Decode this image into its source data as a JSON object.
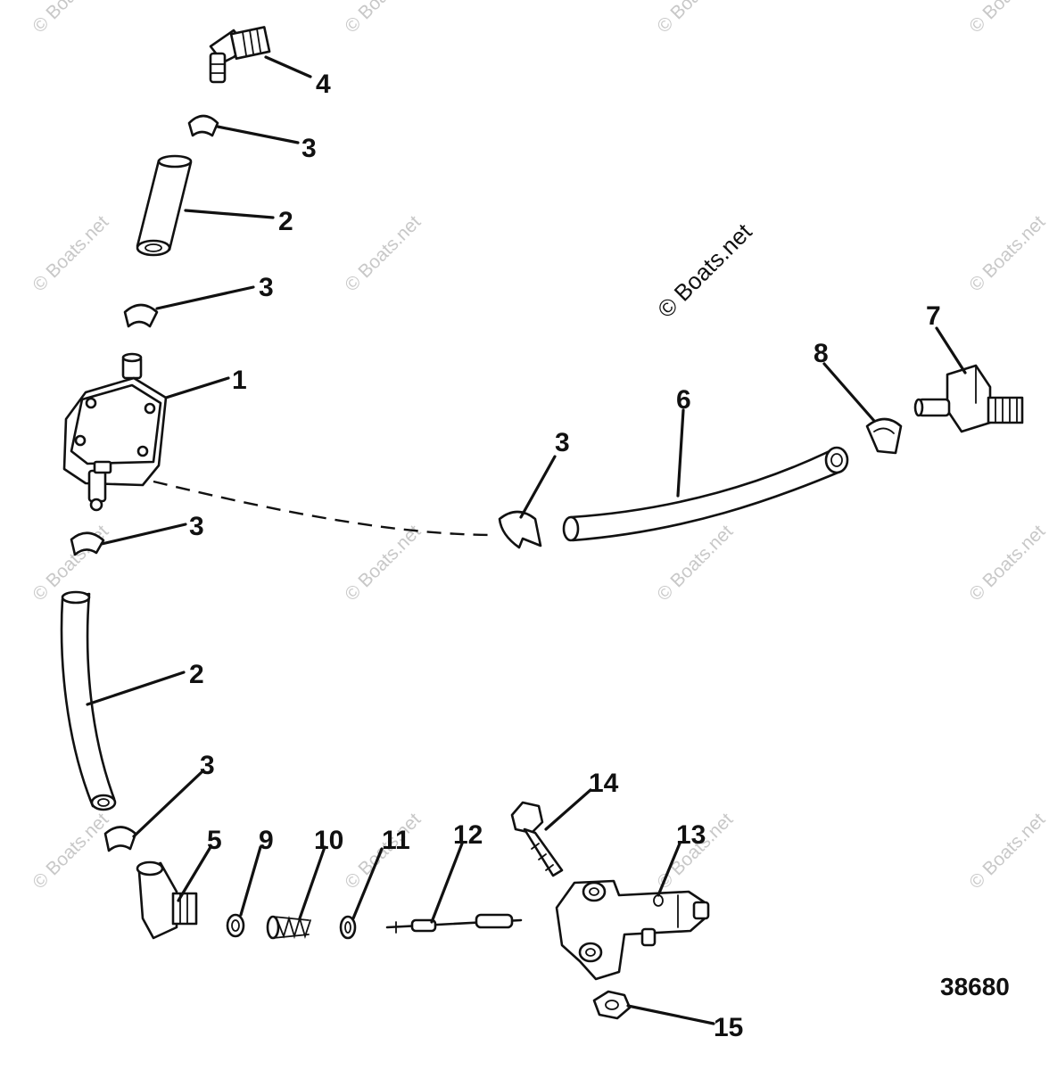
{
  "watermark": {
    "text": "© Boats.net"
  },
  "callouts": [
    {
      "id": "c4",
      "text": "4"
    },
    {
      "id": "c3a",
      "text": "3"
    },
    {
      "id": "c2a",
      "text": "2"
    },
    {
      "id": "c3b",
      "text": "3"
    },
    {
      "id": "c1",
      "text": "1"
    },
    {
      "id": "c3c",
      "text": "3"
    },
    {
      "id": "c2b",
      "text": "2"
    },
    {
      "id": "c3d",
      "text": "3"
    },
    {
      "id": "c5",
      "text": "5"
    },
    {
      "id": "c9",
      "text": "9"
    },
    {
      "id": "c10",
      "text": "10"
    },
    {
      "id": "c11",
      "text": "11"
    },
    {
      "id": "c12",
      "text": "12"
    },
    {
      "id": "c14",
      "text": "14"
    },
    {
      "id": "c13",
      "text": "13"
    },
    {
      "id": "c15",
      "text": "15"
    },
    {
      "id": "c3e",
      "text": "3"
    },
    {
      "id": "c6",
      "text": "6"
    },
    {
      "id": "c8",
      "text": "8"
    },
    {
      "id": "c7",
      "text": "7"
    }
  ],
  "diagram_number": "38680",
  "colors": {
    "ink": "#111111",
    "watermark": "#c8c8c8",
    "background": "#ffffff"
  }
}
